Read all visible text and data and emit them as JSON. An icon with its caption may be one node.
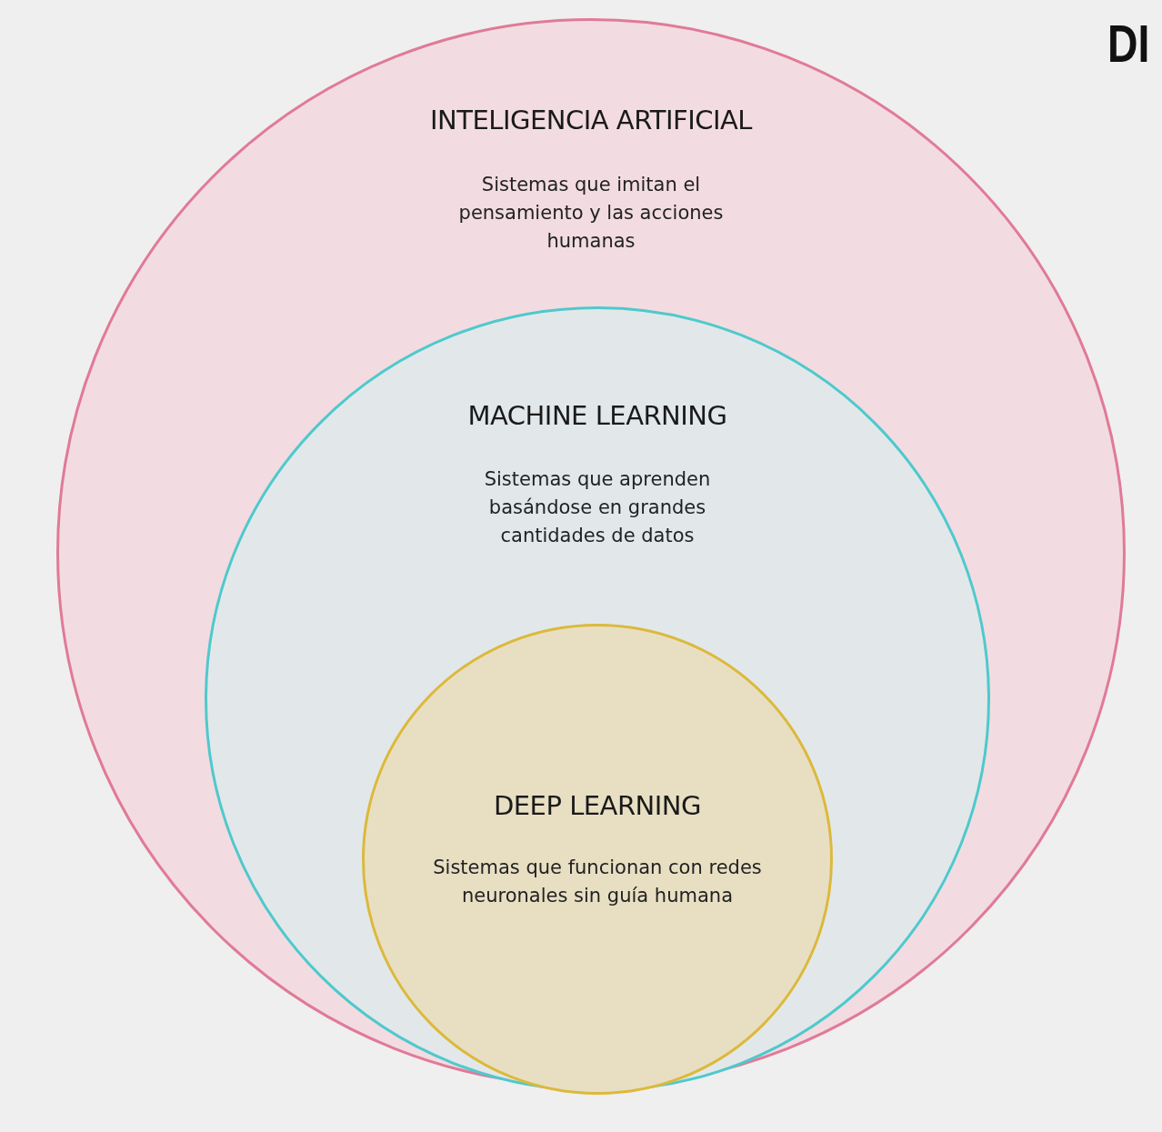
{
  "diagram": {
    "nodes": [
      {
        "text": [
          "INTELIGENCIA ARTIFICIAL",
          "Sistemas que imitan el pensamiento y las acciones humanas"
        ]
      },
      {
        "text": [
          "MACHINE LEARNING",
          "Sistemas que aprenden basándose en grandes cantidades de datos"
        ],
        "in": 0
      },
      {
        "text": [
          "DEEP LEARNING",
          "Sistemas que funcionan con redes neuronales sin guía humana"
        ],
        "in": 1
      }
    ],
    "labels": [
      "DI"
    ]
  }
}
